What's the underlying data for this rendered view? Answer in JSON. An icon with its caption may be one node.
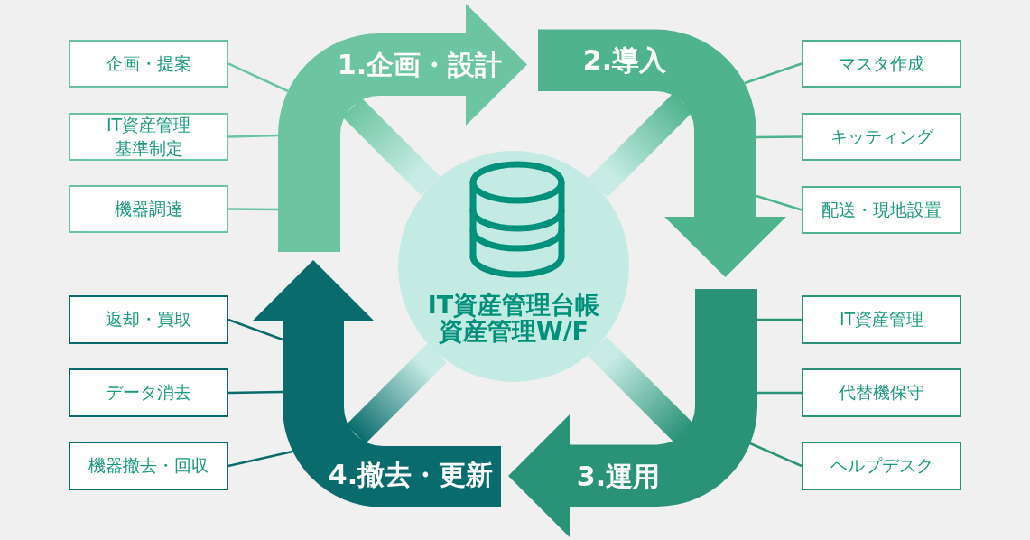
{
  "diagram": {
    "nodes": [
      {
        "text": [
          "1.企画・設計"
        ]
      },
      {
        "text": [
          "2.導入"
        ]
      },
      {
        "text": [
          "3.運用"
        ]
      },
      {
        "text": [
          "4.撤去・更新"
        ]
      },
      {
        "text": [
          "IT資産管理台帳",
          "資産管理W/F"
        ]
      },
      {
        "text": [
          "企画・提案"
        ]
      },
      {
        "text": [
          "IT資産管理基準制定"
        ]
      },
      {
        "text": [
          "機器調達"
        ]
      },
      {
        "text": [
          "マスタ作成"
        ]
      },
      {
        "text": [
          "キッティング"
        ]
      },
      {
        "text": [
          "配送・現地設置"
        ]
      },
      {
        "text": [
          "IT資産管理"
        ]
      },
      {
        "text": [
          "代替機保守"
        ]
      },
      {
        "text": [
          "ヘルプデスク"
        ]
      },
      {
        "text": [
          "返却・買取"
        ]
      },
      {
        "text": [
          "データ消去"
        ]
      },
      {
        "text": [
          "機器撤去・回収"
        ]
      }
    ],
    "edges": [
      {
        "from": 5,
        "to": 0,
        "arrow": "none",
        "color": "#6cc4a0"
      },
      {
        "from": 6,
        "to": 0,
        "arrow": "none",
        "color": "#6cc4a0"
      },
      {
        "from": 7,
        "to": 0,
        "arrow": "none",
        "color": "#6cc4a0"
      },
      {
        "from": 8,
        "to": 1,
        "arrow": "none",
        "color": "#4fb38e"
      },
      {
        "from": 9,
        "to": 1,
        "arrow": "none",
        "color": "#4fb38e"
      },
      {
        "from": 10,
        "to": 1,
        "arrow": "none",
        "color": "#4fb38e"
      },
      {
        "from": 11,
        "to": 2,
        "arrow": "none",
        "color": "#2a9277"
      },
      {
        "from": 12,
        "to": 2,
        "arrow": "none",
        "color": "#2a9277"
      },
      {
        "from": 13,
        "to": 2,
        "arrow": "none",
        "color": "#2a9277"
      },
      {
        "from": 14,
        "to": 3,
        "arrow": "none",
        "color": "#0a6b6c"
      },
      {
        "from": 15,
        "to": 3,
        "arrow": "none",
        "color": "#0a6b6c"
      },
      {
        "from": 16,
        "to": 3,
        "arrow": "none",
        "color": "#0a6b6c"
      },
      {
        "from": 4,
        "to": 0,
        "arrow": "none",
        "style": "thick",
        "color": "#6cc4a0"
      },
      {
        "from": 4,
        "to": 1,
        "arrow": "none",
        "style": "thick",
        "color": "#4fb38e"
      },
      {
        "from": 4,
        "to": 2,
        "arrow": "none",
        "style": "thick",
        "color": "#2a9277"
      },
      {
        "from": 4,
        "to": 3,
        "arrow": "none",
        "style": "thick",
        "color": "#0a6b6c"
      }
    ]
  }
}
